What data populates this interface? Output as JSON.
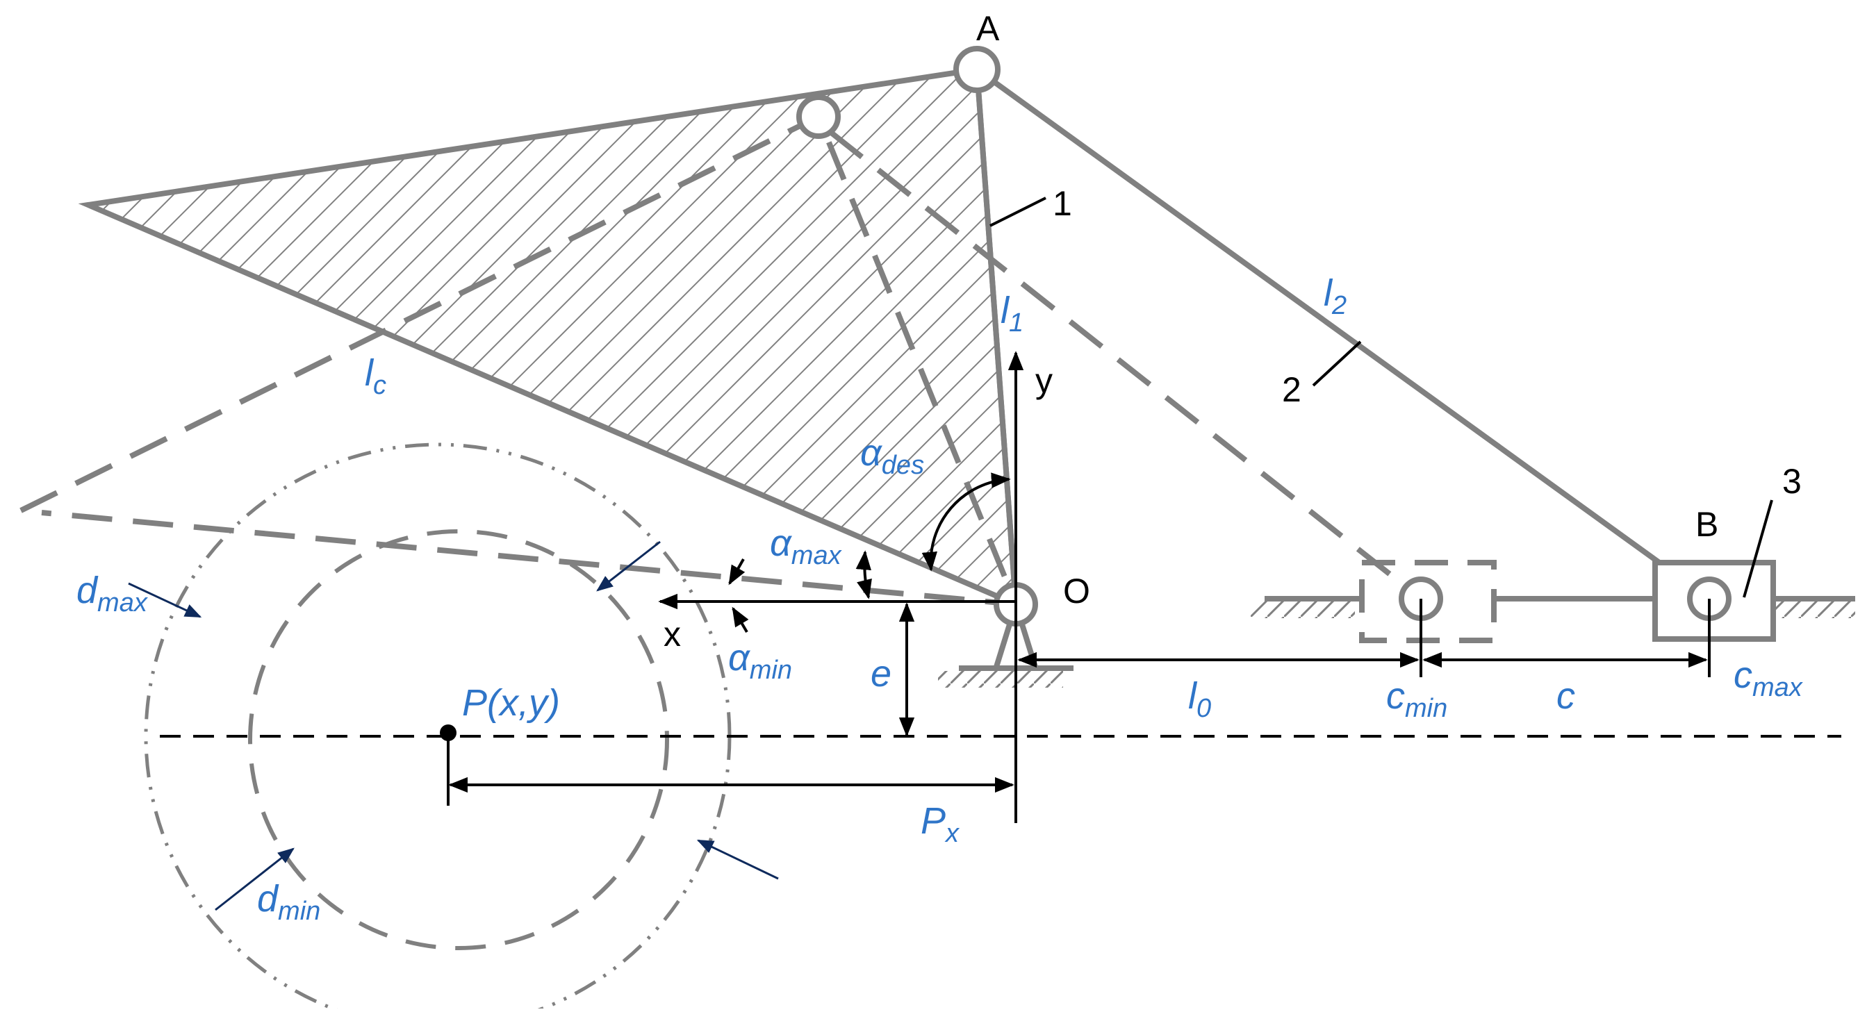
{
  "labels": {
    "A": "A",
    "O": "O",
    "B": "B",
    "x": "x",
    "y": "y",
    "n1": "1",
    "n2": "2",
    "n3": "3",
    "l1": {
      "main": "l",
      "sub": "1"
    },
    "l2": {
      "main": "l",
      "sub": "2"
    },
    "lc": {
      "main": "l",
      "sub": "c"
    },
    "l0": {
      "main": "l",
      "sub": "0"
    },
    "alpha_des": {
      "main": "α",
      "sub": "des"
    },
    "alpha_max": {
      "main": "α",
      "sub": "max"
    },
    "alpha_min": {
      "main": "α",
      "sub": "min"
    },
    "e": "e",
    "P": "P(x,y)",
    "Px": {
      "main": "P",
      "sub": "x"
    },
    "dmax": {
      "main": "d",
      "sub": "max"
    },
    "dmin": {
      "main": "d",
      "sub": "min"
    },
    "cmin": {
      "main": "c",
      "sub": "min"
    },
    "c": "c",
    "cmax": {
      "main": "c",
      "sub": "max"
    }
  },
  "colors": {
    "link": "#808080",
    "label_blue": "#2f75c8",
    "dimension": "#000000",
    "arrow_navy": "#0e2a5c"
  }
}
